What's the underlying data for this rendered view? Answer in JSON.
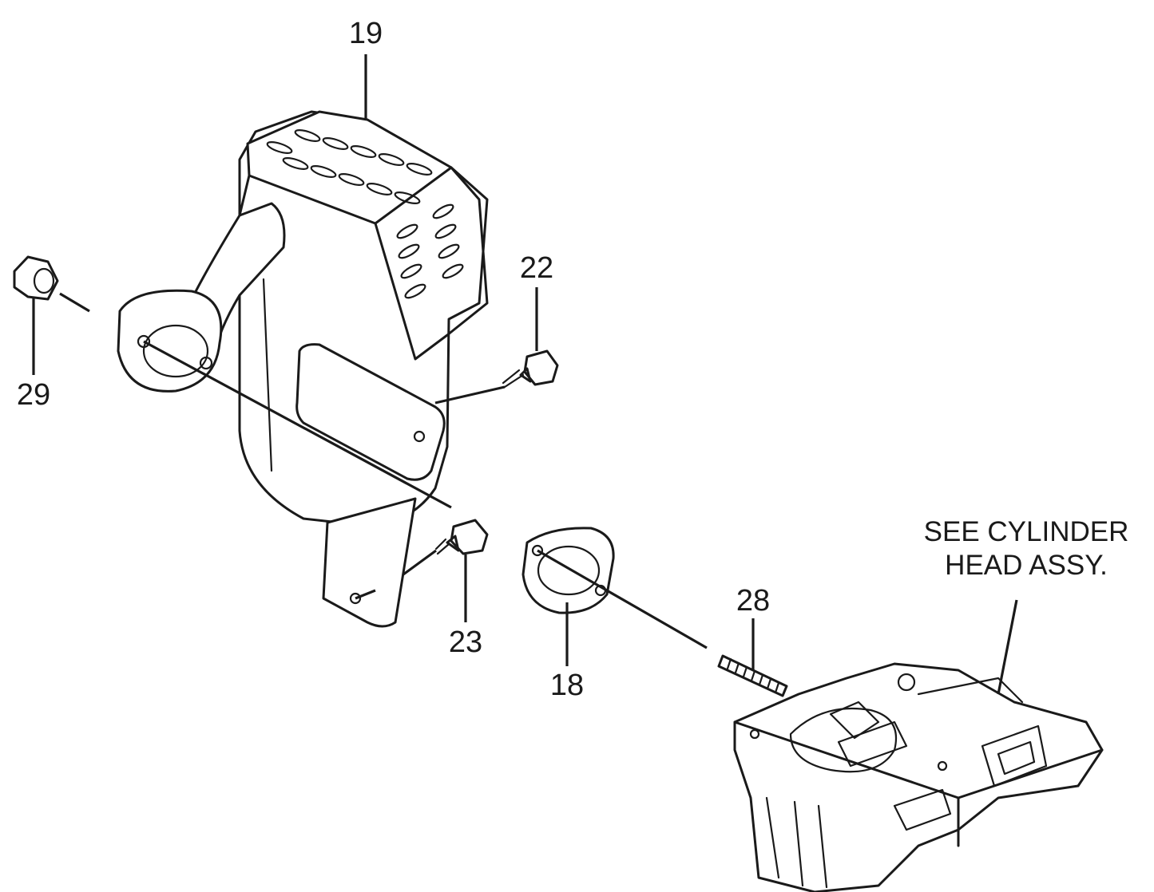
{
  "callouts": {
    "muffler": "19",
    "bolt_upper": "22",
    "bolt_lower": "23",
    "nut": "29",
    "gasket": "18",
    "stud": "28"
  },
  "note": {
    "line1": "SEE CYLINDER",
    "line2": "HEAD ASSY."
  }
}
